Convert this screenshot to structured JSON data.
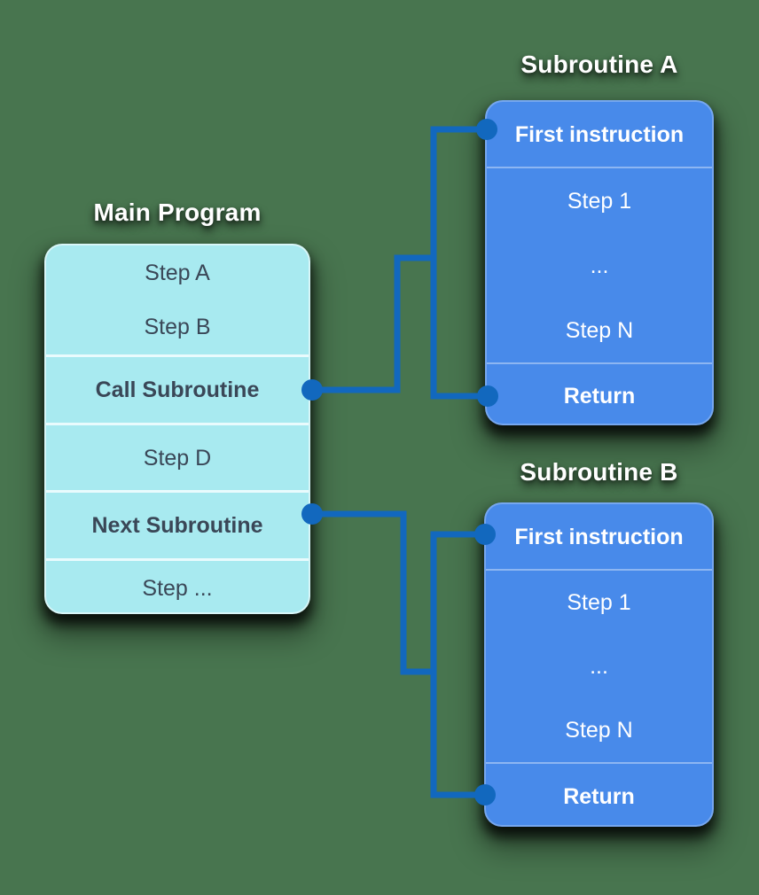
{
  "colors": {
    "background": "#48754F",
    "main_box": "#A8EAF0",
    "main_text": "#3A4757",
    "main_divider": "rgba(240,253,254,0.9)",
    "sub_box": "#488AEA",
    "sub_text": "#FFFFFF",
    "sub_divider": "rgba(255,255,255,0.38)",
    "connector": "#1268BE",
    "title_text": "#FFFFFF"
  },
  "main_program": {
    "title": "Main Program",
    "sections": [
      {
        "lines": [
          "Step A",
          "Step B"
        ],
        "bold": false
      },
      {
        "lines": [
          "Call Subroutine"
        ],
        "bold": true
      },
      {
        "lines": [
          "Step D"
        ],
        "bold": false
      },
      {
        "lines": [
          "Next Subroutine"
        ],
        "bold": true
      },
      {
        "lines": [
          "Step ..."
        ],
        "bold": false
      }
    ]
  },
  "subroutine_a": {
    "title": "Subroutine A",
    "first_instruction": "First instruction",
    "steps": [
      "Step 1",
      "...",
      "Step N"
    ],
    "return_label": "Return"
  },
  "subroutine_b": {
    "title": "Subroutine B",
    "first_instruction": "First instruction",
    "steps": [
      "Step 1",
      "...",
      "Step N"
    ],
    "return_label": "Return"
  },
  "connectors": {
    "call_a": "Call Subroutine to Subroutine A (first instruction / return)",
    "call_b": "Next Subroutine to Subroutine B (first instruction / return)"
  }
}
